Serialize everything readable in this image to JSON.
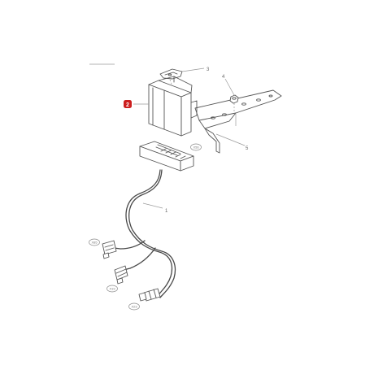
{
  "diagram": {
    "callouts": {
      "wiring_harness": "1",
      "highlighted_part": "2",
      "mounting_clip": "3",
      "nut": "4",
      "bracket": "5"
    },
    "connector_tags": {
      "main_connector": "X56",
      "top_plug": "X85",
      "middle_plug": "X19",
      "bottom_plug": "X23"
    },
    "highlight_color": "#cc1f1f"
  }
}
